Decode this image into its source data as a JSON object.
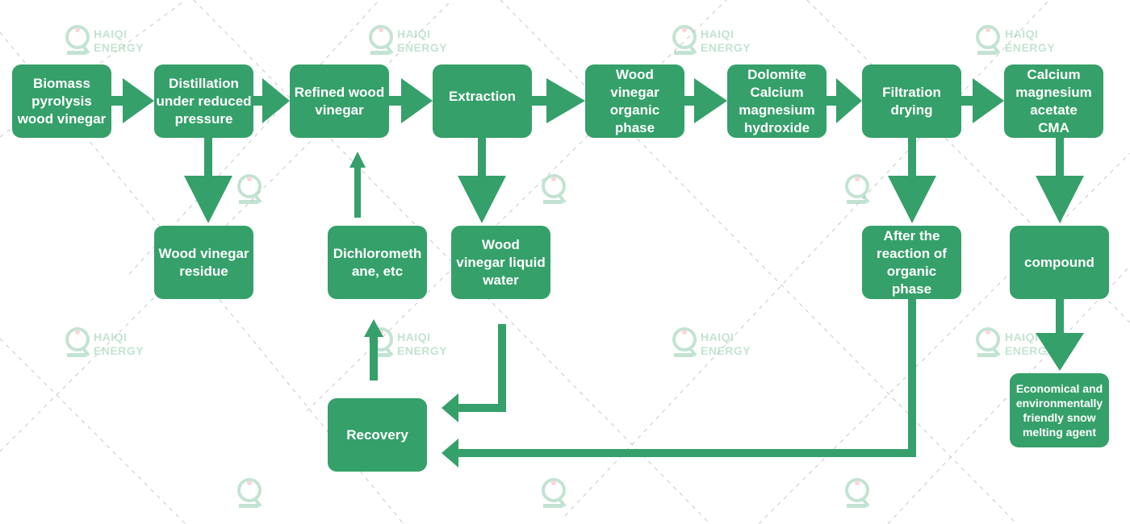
{
  "watermark": {
    "line1": "HAIQI",
    "line2": "ENERGY"
  },
  "colors": {
    "node": "#35a06a",
    "arrow": "#35a06a",
    "watermark": "#7cc39c",
    "grid_lines": "#c8c8c8"
  },
  "nodes": {
    "biomass": "Biomass\npyrolysis\nwood vinegar",
    "distillation": "Distillation\nunder reduced\npressure",
    "refined": "Refined wood\nvinegar",
    "extraction": "Extraction",
    "organic_phase": "Wood\nvinegar\norganic\nphase",
    "dolomite": "Dolomite\nCalcium\nmagnesium\nhydroxide",
    "filtration": "Filtration\ndrying",
    "cma": "Calcium\nmagnesium\nacetate\nCMA",
    "residue": "Wood vinegar\nresidue",
    "dichloromethane": "Dichlorometh\nane, etc",
    "liquid_water": "Wood\nvinegar liquid\nwater",
    "after_reaction": "After the\nreaction of\norganic\nphase",
    "compound": "compound",
    "recovery": "Recovery",
    "snow_agent": "Economical and\nenvironmentally\nfriendly snow\nmelting agent"
  }
}
